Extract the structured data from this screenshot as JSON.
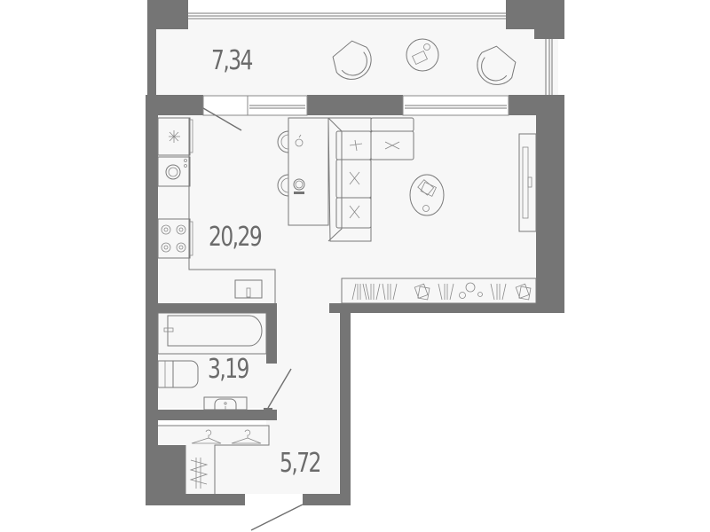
{
  "floor_plan": {
    "type": "studio apartment",
    "wall_color": "#757575",
    "floor_color": "#f7f7f7",
    "rooms": [
      {
        "id": "balcony",
        "area": "7,34",
        "furniture": [
          "armchair",
          "round-table",
          "armchair"
        ]
      },
      {
        "id": "living-kitchen",
        "area": "20,29",
        "furniture": [
          "fridge",
          "washing-machine",
          "stove",
          "kitchen-sink",
          "bar-counter",
          "bar-stool",
          "bar-stool",
          "corner-sofa",
          "oval-coffee-table",
          "tv-stand",
          "bookshelf"
        ]
      },
      {
        "id": "bathroom",
        "area": "3,19",
        "furniture": [
          "bathtub",
          "toilet",
          "washbasin"
        ]
      },
      {
        "id": "hallway",
        "area": "5,72",
        "furniture": [
          "clothes-hanger",
          "clothes-hanger",
          "shoe-rack"
        ]
      }
    ]
  }
}
